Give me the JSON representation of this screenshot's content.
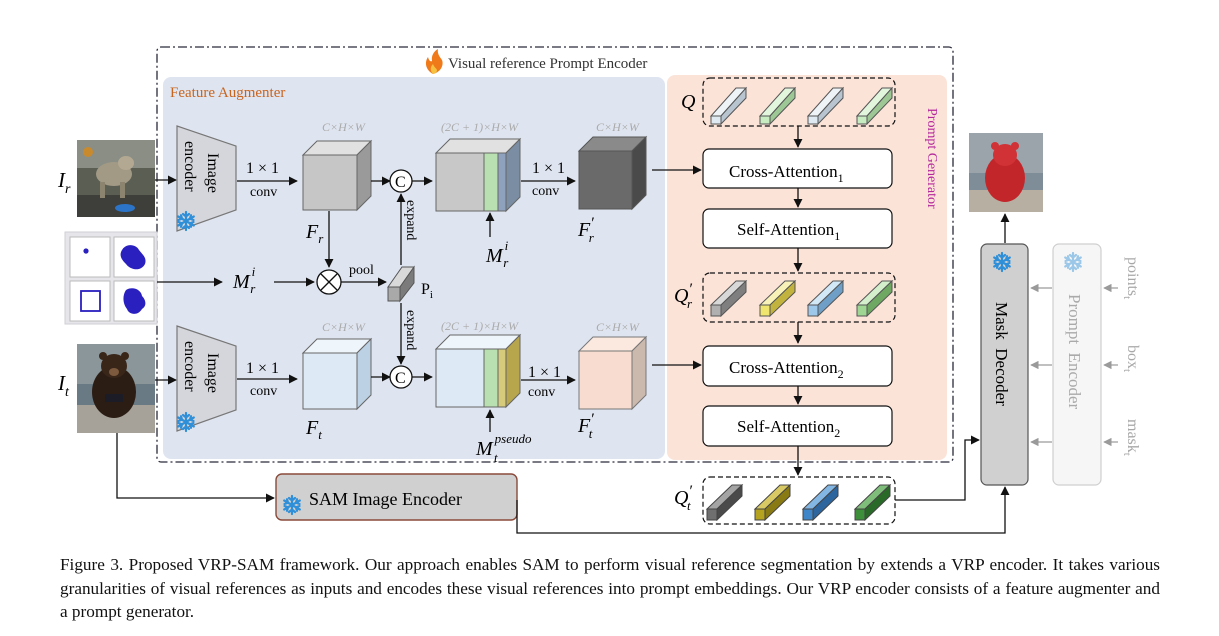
{
  "figure": {
    "encoder_title": "Visual reference Prompt Encoder",
    "feature_augmenter_title": "Feature Augmenter",
    "prompt_generator_title": "Prompt Generator",
    "image_encoder_label_1": "Image",
    "image_encoder_label_2": "encoder",
    "conv_ratio": "1 × 1",
    "conv_word": "conv",
    "dims_chw": "C×H×W",
    "dims_2c1": "(2C + 1)×H×W",
    "expand_label": "expand",
    "pool_label": "pool",
    "concat_symbol": "C",
    "p_label": "P",
    "p_sub": "i",
    "input_ref": "I",
    "input_ref_sub": "r",
    "input_tgt": "I",
    "input_tgt_sub": "t",
    "mask_in": "M",
    "mask_in_sup": "i",
    "mask_in_sub": "r",
    "mask_pseudo_sup": "pseudo",
    "mask_pseudo_sub": "t",
    "feat_ref": "F",
    "feat_ref_sub": "r",
    "feat_tgt": "F",
    "feat_tgt_sub": "t",
    "feat_prime": "′",
    "q_label": "Q",
    "q_sub_r": "r",
    "q_sub_t": "t",
    "cross_attention": "Cross-Attention",
    "self_attention": "Self-Attention",
    "sub_1": "1",
    "sub_2": "2",
    "mask_decoder": "Mask  Decoder",
    "prompt_encoder": "Prompt  Encoder",
    "points": "points",
    "box": "box",
    "mask": "mask",
    "prompt_sub": "t",
    "sam_image_encoder": "SAM Image Encoder"
  },
  "colors": {
    "feature_aug_bg": "#dfe5f0",
    "prompt_gen_bg": "#fbe3d8",
    "feature_aug_title": "#c8641e",
    "prompt_gen_title": "#b5279c",
    "snowflake": "#2f8fd8",
    "fire": "#f07a1a",
    "q_light": "#dfe9f2",
    "q_light_green": "#c8ecc2",
    "qr_grey": "#b0b0b0",
    "qr_yellow": "#efe46d",
    "qr_blue": "#9ec8ea",
    "qr_green": "#9fd693",
    "qt_grey": "#6f6f6f",
    "qt_yellow": "#b5a21e",
    "qt_blue": "#3f86c9",
    "qt_green": "#3d8f3a"
  },
  "caption": {
    "line1": "Figure 3.  Proposed VRP-SAM framework.  Our approach enables SAM to perform visual reference segmentation by extends a VRP",
    "line2": "encoder. It takes various granularities of visual references as inputs and encodes these visual references into prompt embeddings. Our VRP",
    "line3": "encoder consists of a feature augmenter and a prompt generator."
  }
}
